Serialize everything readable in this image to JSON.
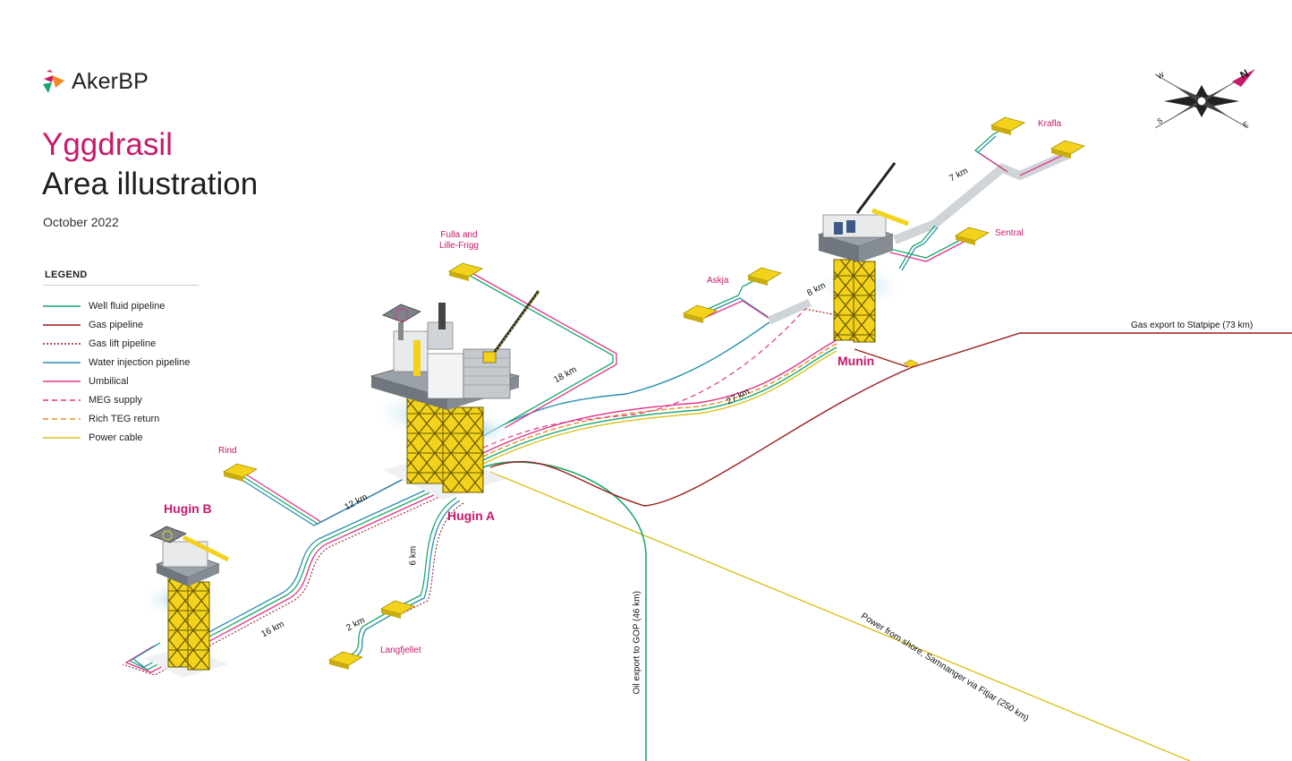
{
  "brand": {
    "name": "AkerBP"
  },
  "title": {
    "line1": "Yggdrasil",
    "line2": "Area illustration",
    "date": "October 2022"
  },
  "legend": {
    "title": "LEGEND",
    "items": [
      {
        "label": "Well fluid pipeline",
        "color": "#1aa86a",
        "style": "solid"
      },
      {
        "label": "Gas pipeline",
        "color": "#9b1c1c",
        "style": "solid"
      },
      {
        "label": "Gas lift pipeline",
        "color": "#9b1c1c",
        "style": "dotted"
      },
      {
        "label": "Water injection pipeline",
        "color": "#2a8fb0",
        "style": "solid"
      },
      {
        "label": "Umbilical",
        "color": "#e0338a",
        "style": "solid"
      },
      {
        "label": "MEG supply",
        "color": "#e0338a",
        "style": "dashed"
      },
      {
        "label": "Rich TEG return",
        "color": "#f08a24",
        "style": "dashed"
      },
      {
        "label": "Power cable",
        "color": "#d9c21e",
        "style": "solid"
      }
    ]
  },
  "platforms": {
    "hugin_a": "Hugin A",
    "hugin_b": "Hugin B",
    "munin": "Munin"
  },
  "fields": {
    "fulla": "Fulla and Lille-Frigg",
    "rind": "Rind",
    "askja": "Askja",
    "krafla": "Krafla",
    "sentral": "Sentral",
    "langfjellet": "Langfjellet"
  },
  "distances": {
    "d18": "18 km",
    "d12": "12 km",
    "d16": "16 km",
    "d6": "6 km",
    "d2": "2 km",
    "d27": "27 km",
    "d8": "8 km",
    "d7": "7 km"
  },
  "routes": {
    "gas_export": "Gas export to Statpipe (73 km)",
    "oil_export": "Oil export to GOP (46 km)",
    "power": "Power from shore, Samnanger via Fitjar (250 km)"
  },
  "compass": {
    "n": "N",
    "s": "S",
    "e": "E",
    "w": "W"
  },
  "colors": {
    "accent": "#c8196b",
    "structure_yellow": "#f2d21b",
    "water_glow": "#bfe3f0"
  }
}
